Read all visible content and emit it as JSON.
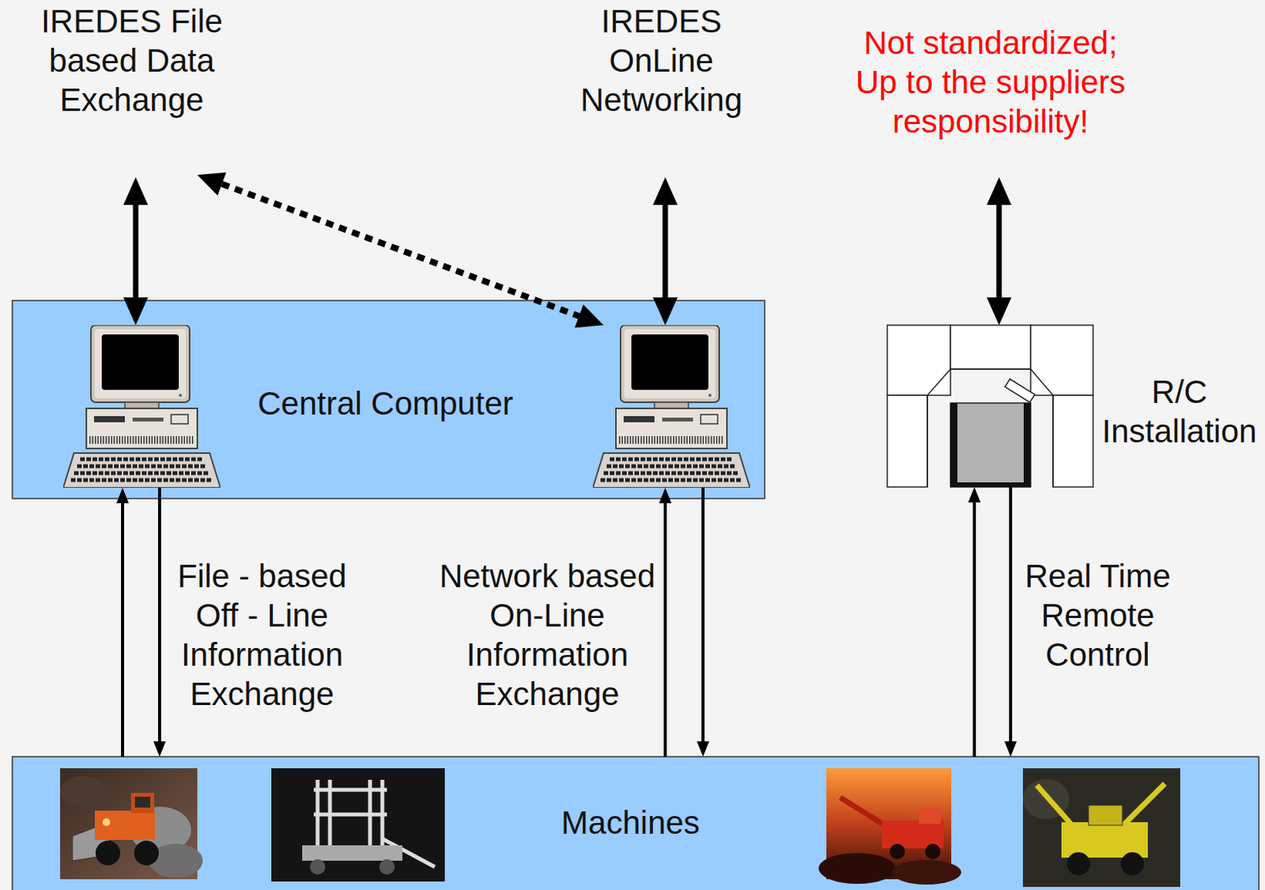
{
  "diagram": {
    "nodes": [
      {
        "text": [
          "IREDES File based Data Exchange"
        ]
      },
      {
        "text": [
          "IREDES OnLine Networking"
        ]
      },
      {
        "text": [
          "Not standardized; Up to the suppliers responsibility!"
        ]
      },
      {
        "text": [
          "Central Computer"
        ]
      },
      {
        "text": [
          "R/C Installation"
        ]
      },
      {
        "text": [
          "Machines"
        ]
      }
    ],
    "edges": [
      {
        "from": 0,
        "to": 3,
        "arrow": "both"
      },
      {
        "from": 0,
        "to": 3,
        "arrow": "both"
      },
      {
        "from": 1,
        "to": 3,
        "arrow": "both"
      },
      {
        "from": 2,
        "to": 4,
        "arrow": "both"
      },
      {
        "from": 5,
        "to": 3,
        "arrow": "to"
      },
      {
        "from": 3,
        "to": 5,
        "arrow": "to",
        "label": "File - based Off - Line Information Exchange"
      },
      {
        "from": 5,
        "to": 3,
        "arrow": "to",
        "label": "Network based On-Line Information Exchange"
      },
      {
        "from": 3,
        "to": 5,
        "arrow": "to"
      },
      {
        "from": 5,
        "to": 4,
        "arrow": "to"
      },
      {
        "from": 4,
        "to": 5,
        "arrow": "to",
        "label": "Real Time Remote Control"
      }
    ]
  }
}
